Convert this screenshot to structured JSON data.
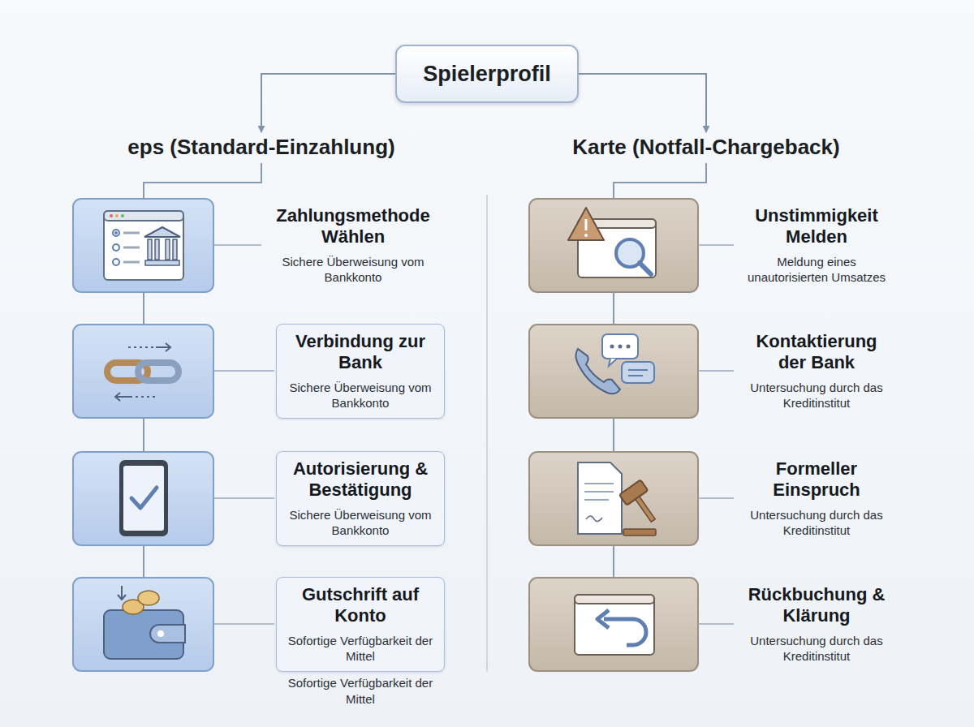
{
  "diagram": {
    "nodes": [
      {
        "text": [
          "Spielerprofil"
        ]
      },
      {
        "text": [
          "eps (Standard-Einzahlung)"
        ]
      },
      {
        "text": [
          "Zahlungsmethode Wählen",
          "Sichere Überweisung vom Bankkonto"
        ]
      },
      {
        "text": [
          "Verbindung zur Bank",
          "Sichere Überweisung vom Bankkonto"
        ]
      },
      {
        "text": [
          "Autorisierung & Bestätigung",
          "Sichere Überweisung vom Bankkonto"
        ]
      },
      {
        "text": [
          "Gutschrift auf Konto",
          "Sofortige Verfügbarkeit der Mittel"
        ]
      },
      {
        "text": [
          "Karte (Notfall-Chargeback)"
        ]
      },
      {
        "text": [
          "Unstimmigkeit Melden",
          "Meldung eines unautorisierten Umsatzes"
        ]
      },
      {
        "text": [
          "Kontaktierung der Bank",
          "Untersuchung durch das Kreditinstitut"
        ]
      },
      {
        "text": [
          "Formeller Einspruch",
          "Untersuchung durch das Kreditinstitut"
        ]
      },
      {
        "text": [
          "Rückbuchung & Klärung",
          "Untersuchung durch das Kreditinstitut"
        ]
      }
    ],
    "edges": [
      {
        "from": 0,
        "to": 1,
        "arrow": "to"
      },
      {
        "from": 0,
        "to": 6,
        "arrow": "to"
      },
      {
        "from": 1,
        "to": 2,
        "arrow": "none"
      },
      {
        "from": 2,
        "to": 3,
        "arrow": "none"
      },
      {
        "from": 3,
        "to": 4,
        "arrow": "none"
      },
      {
        "from": 4,
        "to": 5,
        "arrow": "none"
      },
      {
        "from": 6,
        "to": 7,
        "arrow": "none"
      },
      {
        "from": 7,
        "to": 8,
        "arrow": "none"
      },
      {
        "from": 8,
        "to": 9,
        "arrow": "none"
      },
      {
        "from": 9,
        "to": 10,
        "arrow": "none"
      }
    ],
    "labels": [
      "Sofortige Verfügbarkeit der Mittel"
    ]
  }
}
